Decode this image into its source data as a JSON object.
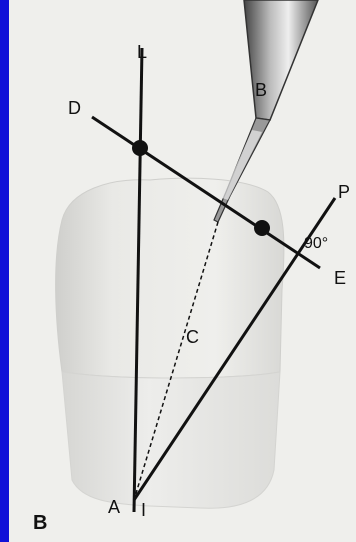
{
  "figure": {
    "panel_label": "B",
    "labels": {
      "L": "L",
      "B": "B",
      "D": "D",
      "P": "P",
      "angle": "90°",
      "E": "E",
      "C": "C",
      "A": "A",
      "I": "I"
    }
  },
  "colors": {
    "background": "#1010d8",
    "panel": "#efefec",
    "tooth": "#e4e4e1",
    "line": "#111111"
  }
}
